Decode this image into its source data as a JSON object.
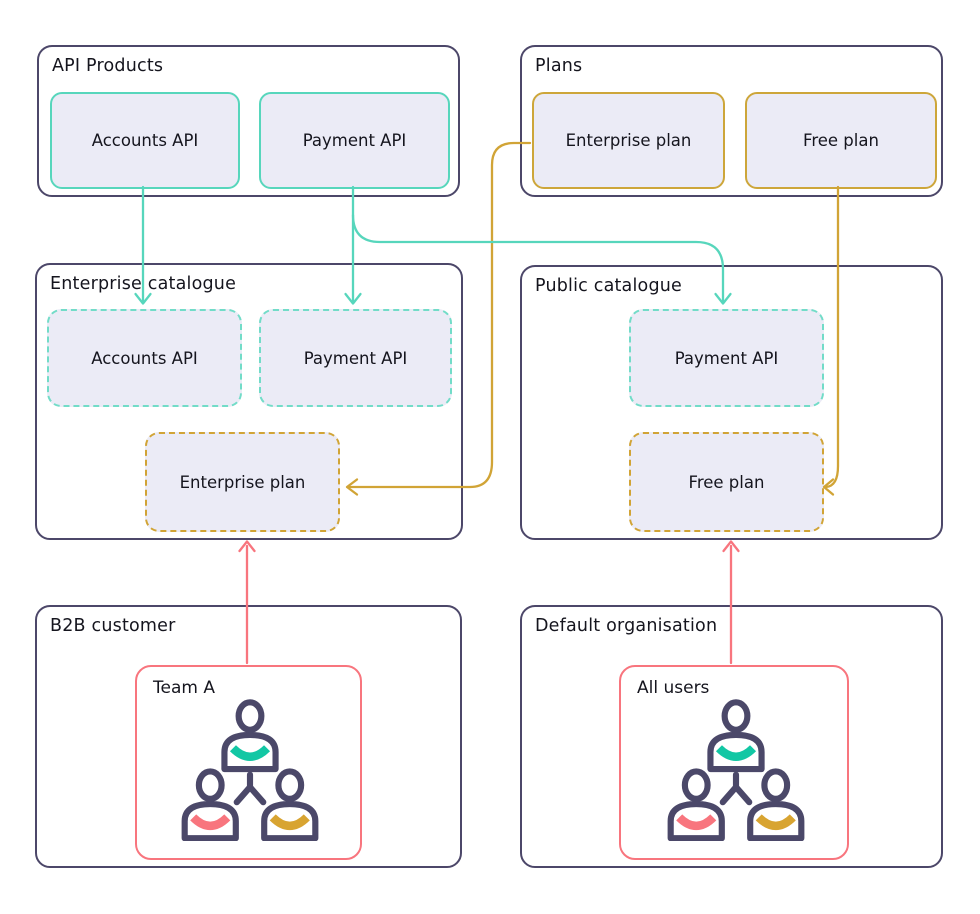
{
  "diagram": {
    "api_products": {
      "title": "API Products",
      "items": [
        {
          "label": "Accounts API"
        },
        {
          "label": "Payment API"
        }
      ]
    },
    "plans": {
      "title": "Plans",
      "items": [
        {
          "label": "Enterprise plan"
        },
        {
          "label": "Free plan"
        }
      ]
    },
    "enterprise_catalogue": {
      "title": "Enterprise catalogue",
      "apis": [
        {
          "label": "Accounts API"
        },
        {
          "label": "Payment API"
        }
      ],
      "plan": {
        "label": "Enterprise plan"
      }
    },
    "public_catalogue": {
      "title": "Public catalogue",
      "apis": [
        {
          "label": "Payment API"
        }
      ],
      "plan": {
        "label": "Free plan"
      }
    },
    "b2b_customer": {
      "title": "B2B customer",
      "team": {
        "label": "Team A"
      }
    },
    "default_organisation": {
      "title": "Default organisation",
      "team": {
        "label": "All users"
      }
    },
    "connections": [
      {
        "from": "API Products / Accounts API",
        "to": "Enterprise catalogue / Accounts API",
        "color": "#57d6bc"
      },
      {
        "from": "API Products / Payment API",
        "to": "Enterprise catalogue / Payment API",
        "color": "#57d6bc"
      },
      {
        "from": "API Products / Payment API",
        "to": "Public catalogue / Payment API",
        "color": "#57d6bc"
      },
      {
        "from": "Plans / Enterprise plan",
        "to": "Enterprise catalogue / Enterprise plan",
        "color": "#d1a436"
      },
      {
        "from": "Plans / Free plan",
        "to": "Public catalogue / Free plan",
        "color": "#d1a436"
      },
      {
        "from": "B2B customer / Team A",
        "to": "Enterprise catalogue / Enterprise plan",
        "color": "#f8757e"
      },
      {
        "from": "Default organisation / All users",
        "to": "Public catalogue / Free plan",
        "color": "#f8757e"
      }
    ]
  },
  "colors": {
    "outline": "#4c4769",
    "teal_solid": "#57d6bc",
    "teal_dashed": "#72dcc8",
    "gold": "#d1a436",
    "pink": "#f8757e",
    "box_fill": "#ebebf6",
    "text": "#15151e",
    "icon_outline": "#4b4869",
    "icon_collar_teal": "#12c7a4",
    "icon_collar_pink": "#f8757e",
    "icon_collar_gold": "#d8a431"
  }
}
